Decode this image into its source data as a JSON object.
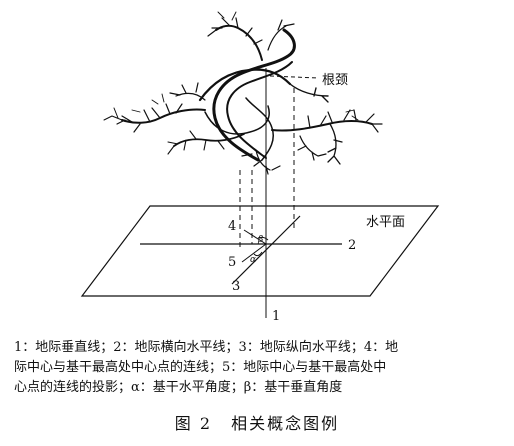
{
  "diagram": {
    "labels": {
      "root_neck": "根颈",
      "horizontal_plane": "水平面",
      "line_1": "1",
      "line_2": "2",
      "line_3": "3",
      "line_4": "4",
      "line_5": "5",
      "alpha": "α",
      "beta": "β"
    }
  },
  "notes": {
    "line1": "1：地际垂直线；2：地际横向水平线；3：地际纵向水平线；4：地",
    "line2": "际中心与基干最高处中心点的连线；5：地际中心与基干最高处中",
    "line3": "心点的连线的投影；α：基干水平角度；β：基干垂直角度"
  },
  "caption": {
    "number": "图 2",
    "title": "相关概念图例"
  }
}
